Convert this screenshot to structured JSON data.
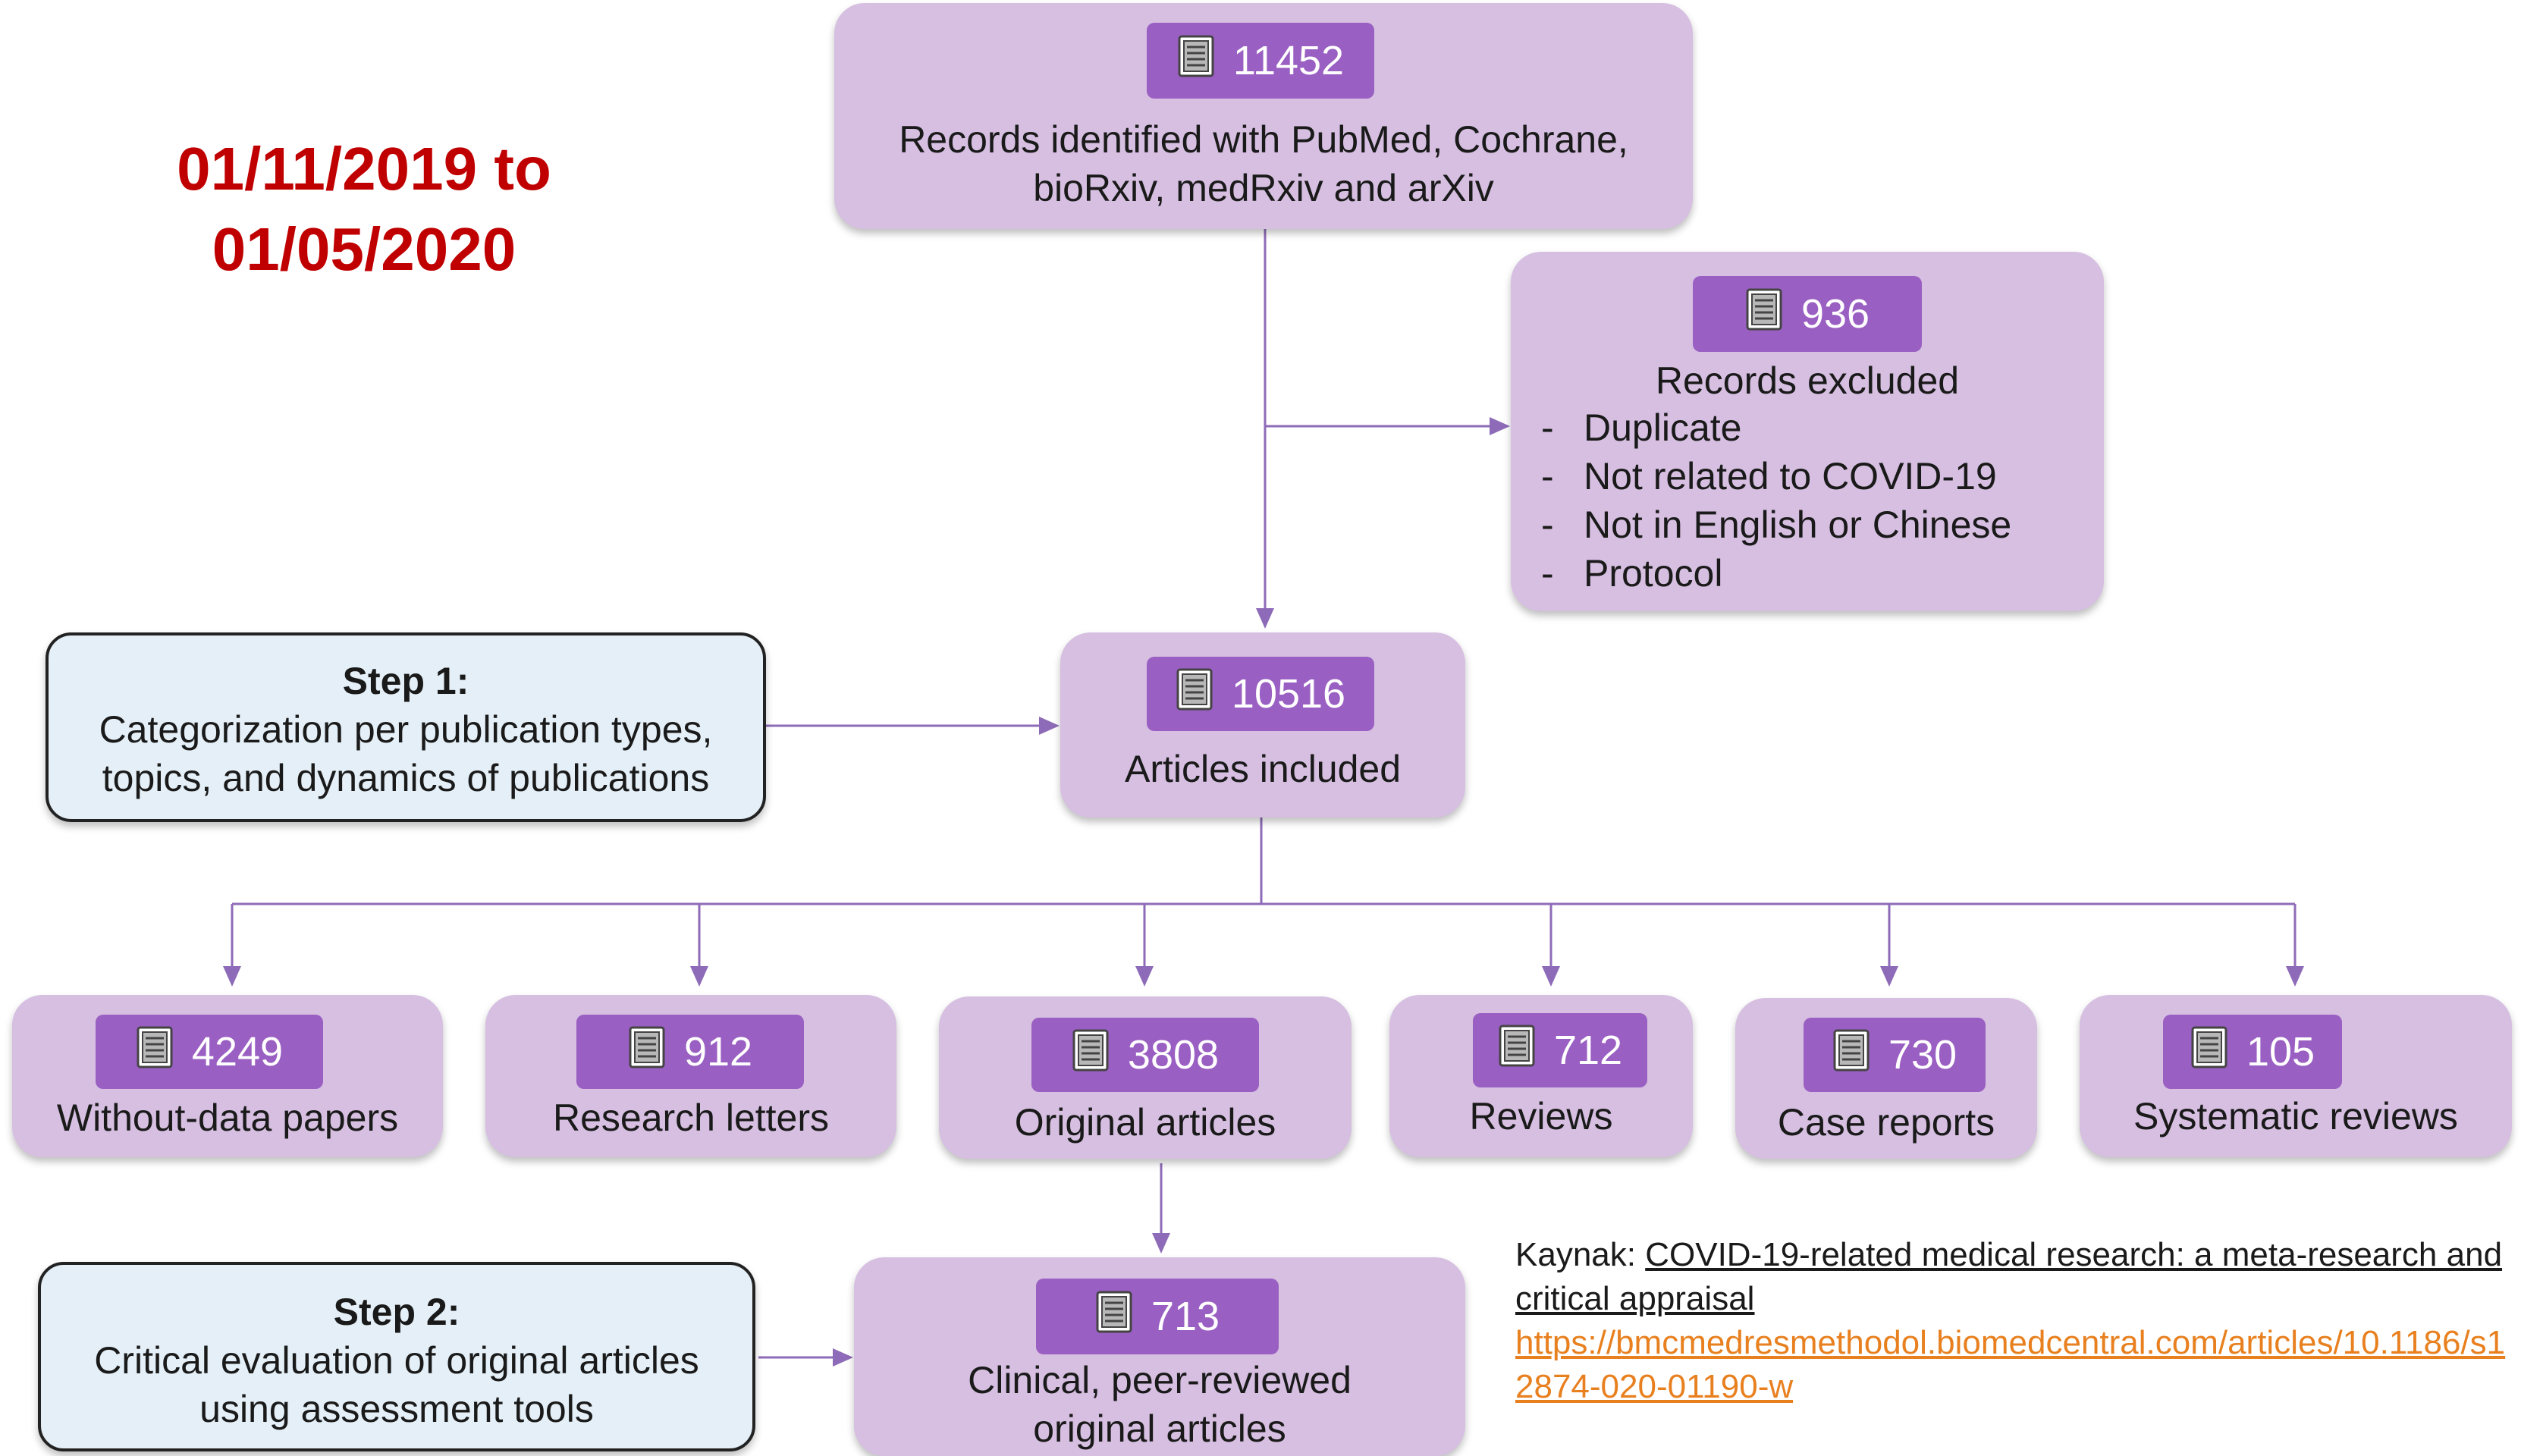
{
  "date_range": [
    "01/11/2019 to",
    "01/05/2020"
  ],
  "colors": {
    "box": "#d6bfe1",
    "badge": "#9a5fc2",
    "step_box": "#e4eff7",
    "date": "#c00000",
    "link": "#e8801f",
    "arrow": "#8e6bb8"
  },
  "icon": "document-icon",
  "identified": {
    "count": "11452",
    "text": [
      "Records identified with PubMed, Cochrane,",
      "bioRxiv, medRxiv and arXiv"
    ]
  },
  "excluded": {
    "count": "936",
    "title": "Records excluded",
    "reasons": [
      "Duplicate",
      "Not related to COVID-19",
      "Not in English or Chinese",
      "Protocol"
    ]
  },
  "included": {
    "count": "10516",
    "label": "Articles included"
  },
  "step1": {
    "heading": "Step 1:",
    "text": [
      "Categorization per publication types,",
      "topics, and dynamics of publications"
    ]
  },
  "step2": {
    "heading": "Step 2:",
    "text": [
      "Critical evaluation of original articles",
      "using assessment tools"
    ]
  },
  "categories": [
    {
      "count": "4249",
      "label": "Without-data papers"
    },
    {
      "count": "912",
      "label": "Research letters"
    },
    {
      "count": "3808",
      "label": "Original articles"
    },
    {
      "count": "712",
      "label": "Reviews"
    },
    {
      "count": "730",
      "label": "Case reports"
    },
    {
      "count": "105",
      "label": "Systematic reviews"
    }
  ],
  "clinical": {
    "count": "713",
    "text": [
      "Clinical, peer-reviewed",
      "original articles"
    ]
  },
  "reference": {
    "author": "Kaynak:",
    "title": "COVID-19-related medical research: a meta-research and critical appraisal",
    "url": "https://bmcmedresmethodol.biomedcentral.com/articles/10.1186/s12874-020-01190-w"
  }
}
